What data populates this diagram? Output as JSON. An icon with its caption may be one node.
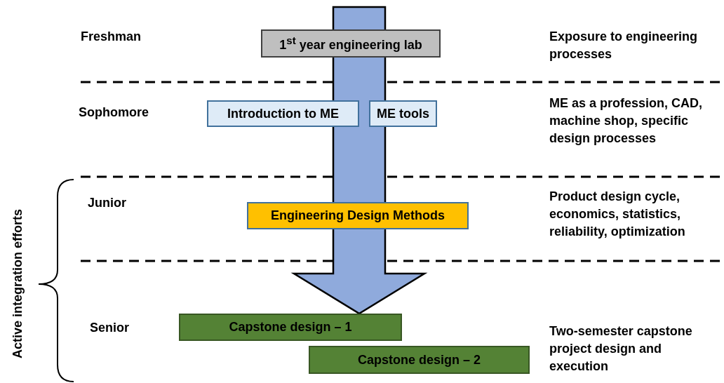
{
  "diagram": {
    "nodes": [
      {
        "text": [
          "1$^{st}$ year engineering lab"
        ]
      },
      {
        "text": [
          "Introduction to ME"
        ]
      },
      {
        "text": [
          "ME tools"
        ]
      },
      {
        "text": [
          "Engineering Design Methods"
        ]
      },
      {
        "text": [
          "Capstone design – 1"
        ]
      },
      {
        "text": [
          "Capstone design – 2"
        ]
      }
    ],
    "edges": [
      {
        "from": null,
        "to": 4,
        "arrow": "to",
        "style": "thick"
      }
    ],
    "labels": [
      "Freshman",
      "Exposure to engineering processes",
      "Sophomore",
      "ME as a profession, CAD, machine shop, specific design processes",
      "Junior",
      "Product design cycle, economics, statistics, reliability, optimization",
      "Senior",
      "Two-semester capstone project design and execution",
      "Active integration efforts"
    ]
  }
}
